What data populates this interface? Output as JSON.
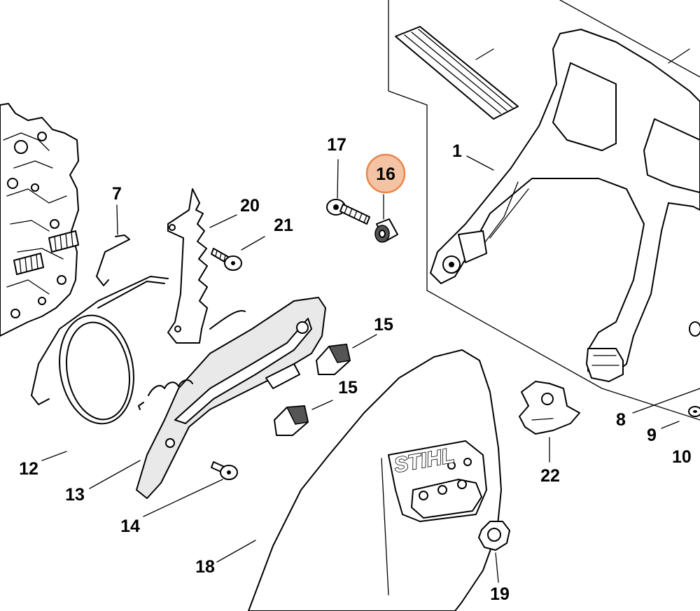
{
  "diagram": {
    "brand_text": "STIHL",
    "highlight_color": "#f4c3a4",
    "highlight_border": "#e8864a",
    "highlighted_part": "16",
    "callouts": [
      {
        "id": "c1",
        "label": "1"
      },
      {
        "id": "c7",
        "label": "7"
      },
      {
        "id": "c8",
        "label": "8"
      },
      {
        "id": "c9",
        "label": "9"
      },
      {
        "id": "c10",
        "label": "10"
      },
      {
        "id": "c12",
        "label": "12"
      },
      {
        "id": "c13",
        "label": "13"
      },
      {
        "id": "c14",
        "label": "14"
      },
      {
        "id": "c15a",
        "label": "15"
      },
      {
        "id": "c15b",
        "label": "15"
      },
      {
        "id": "c16",
        "label": "16"
      },
      {
        "id": "c17",
        "label": "17"
      },
      {
        "id": "c18",
        "label": "18"
      },
      {
        "id": "c19",
        "label": "19"
      },
      {
        "id": "c20",
        "label": "20"
      },
      {
        "id": "c21",
        "label": "21"
      },
      {
        "id": "c22",
        "label": "22"
      }
    ]
  }
}
